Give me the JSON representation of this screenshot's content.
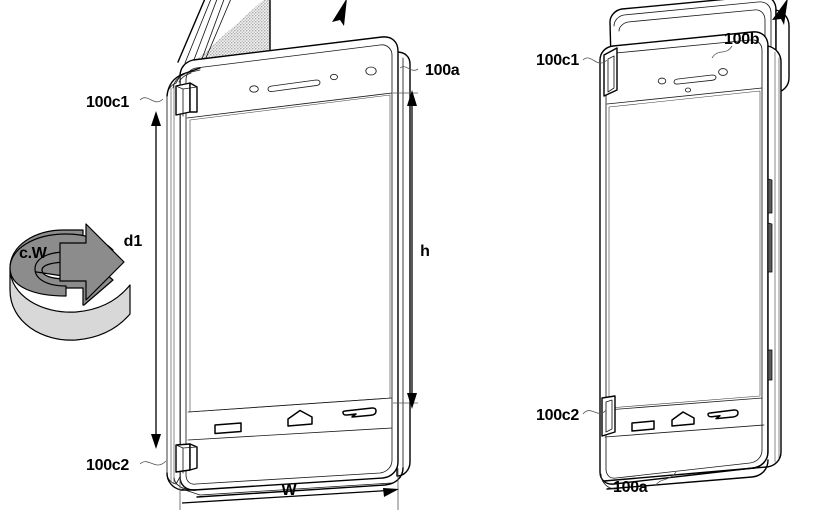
{
  "figure": {
    "kind": "patent-line-drawing",
    "subject": "foldable mobile device with flexible display",
    "background_color": "#ffffff",
    "line_color": "#000000",
    "views": [
      {
        "id": "left-view",
        "name": "unfolded-device-with-flap",
        "description": "device shown partly unfolded with stippled flap and clockwise rotation arrow"
      },
      {
        "id": "right-view",
        "name": "folded-device",
        "description": "device shown in folded/closed state"
      }
    ]
  },
  "labels": {
    "rotation": "c.W",
    "left_view": {
      "top_right": "100a",
      "hinge_top": "100c1",
      "hinge_bottom": "100c2",
      "dim_inner": "d1",
      "dim_height": "h",
      "dim_width": "W"
    },
    "right_view": {
      "hinge_top": "100c1",
      "body": "100b",
      "hinge_bottom": "100c2",
      "bottom": "100a"
    }
  },
  "left_device": {
    "top_hardware": [
      {
        "name": "proximity-sensor",
        "shape": "circle"
      },
      {
        "name": "earpiece-speaker",
        "shape": "slot"
      },
      {
        "name": "light-sensor",
        "shape": "circle-small"
      },
      {
        "name": "front-camera",
        "shape": "circle"
      }
    ],
    "nav_buttons": [
      {
        "name": "recents-button",
        "glyph": "rectangle"
      },
      {
        "name": "home-button",
        "glyph": "pentagon"
      },
      {
        "name": "back-button",
        "glyph": "arrow"
      }
    ]
  },
  "right_device": {
    "top_hardware": [
      {
        "name": "proximity-sensor",
        "shape": "circle"
      },
      {
        "name": "earpiece-speaker",
        "shape": "slot"
      },
      {
        "name": "light-sensor",
        "shape": "circle-small"
      },
      {
        "name": "front-camera",
        "shape": "circle"
      }
    ],
    "nav_buttons": [
      {
        "name": "recents-button",
        "glyph": "rectangle"
      },
      {
        "name": "home-button",
        "glyph": "pentagon"
      },
      {
        "name": "back-button",
        "glyph": "arrow"
      }
    ],
    "side_keys": [
      {
        "name": "volume-up-key"
      },
      {
        "name": "volume-down-key"
      },
      {
        "name": "power-key"
      }
    ]
  },
  "motion_arrows": [
    {
      "name": "fold-direction-arrow-left",
      "direction": "up-right"
    },
    {
      "name": "fold-direction-arrow-right",
      "direction": "up-right"
    },
    {
      "name": "clockwise-rotation-arrow",
      "direction": "clockwise"
    }
  ]
}
